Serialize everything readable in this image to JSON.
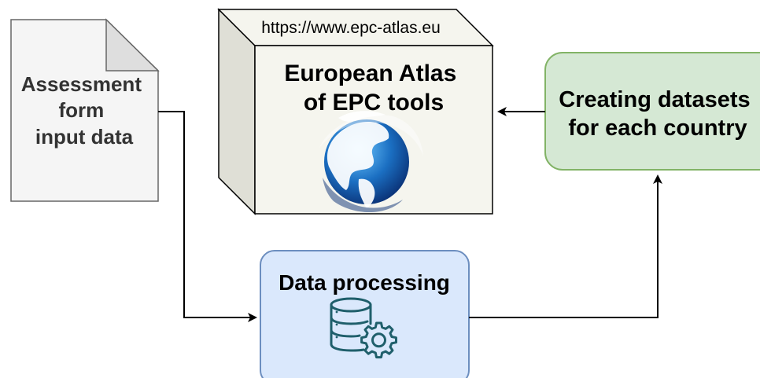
{
  "nodes": {
    "assessment_doc": {
      "lines": [
        "Assessment",
        "form",
        "input data"
      ]
    },
    "atlas": {
      "url": "https://www.epc-atlas.eu",
      "title_lines": [
        "European Atlas",
        "of EPC tools"
      ],
      "icon": "globe-icon"
    },
    "datasets": {
      "lines": [
        "Creating datasets",
        "for each country"
      ]
    },
    "processing": {
      "title": "Data processing",
      "icon": "database-gear-icon"
    }
  },
  "edges": [
    {
      "from": "assessment_doc",
      "to": "processing"
    },
    {
      "from": "processing",
      "to": "datasets"
    },
    {
      "from": "datasets",
      "to": "atlas"
    }
  ],
  "colors": {
    "document_fill": "#f5f5f5",
    "document_stroke": "#666666",
    "document_text": "#333333",
    "cube_front": "#f5f5ee",
    "cube_side": "#dfdfd6",
    "cube_stroke": "#000000",
    "datasets_fill": "#d5e8d4",
    "datasets_stroke": "#82b366",
    "processing_fill": "#dae8fc",
    "processing_stroke": "#6c8ebf",
    "icon_color": "#1f5f6b",
    "edge": "#000000"
  }
}
